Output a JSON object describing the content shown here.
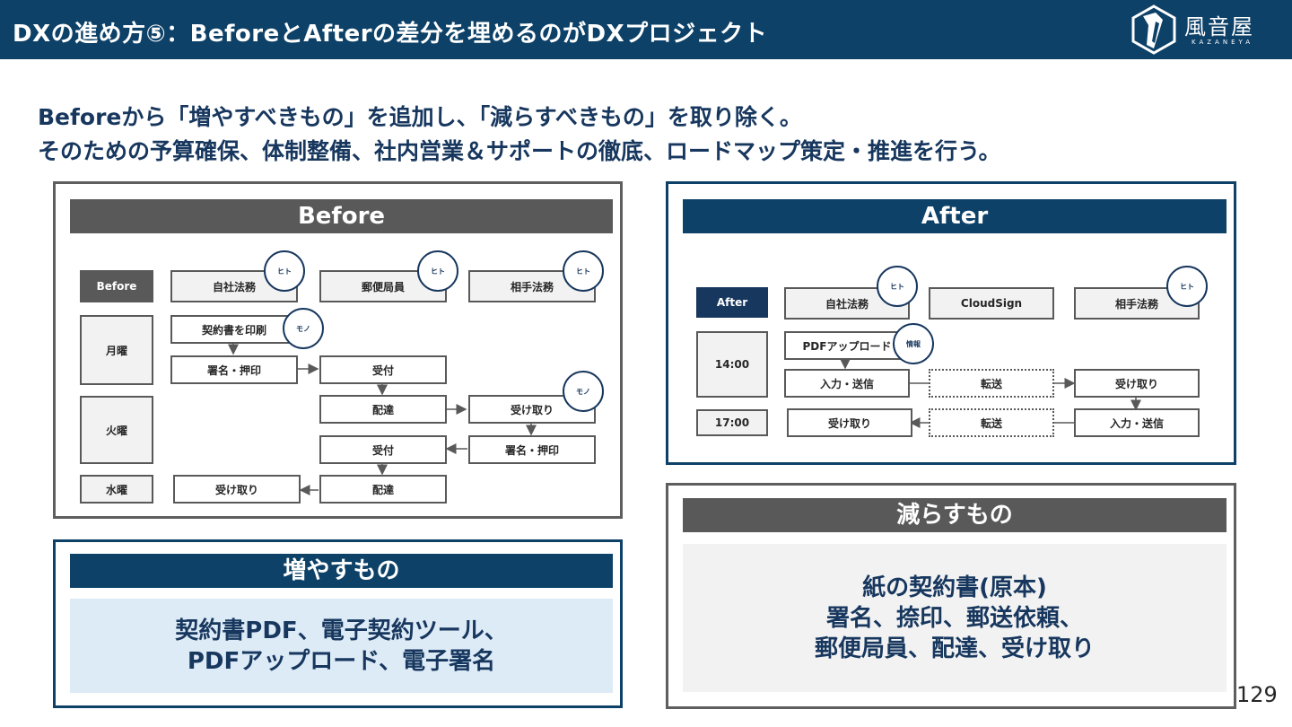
{
  "header": {
    "title": "DXの進め方⑤：BeforeとAfterの差分を埋めるのがDXプロジェクト"
  },
  "logo": {
    "name": "風音屋",
    "subtitle": "KAZANEYA"
  },
  "lead": {
    "line1": "Beforeから「増やすべきもの」を追加し、「減らすべきもの」を取り除く。",
    "line2": "そのための予算確保、体制整備、社内営業＆サポートの徹底、ロードマップ策定・推進を行う。"
  },
  "before": {
    "title": "Before",
    "header_cell": "Before",
    "rows": [
      "月曜",
      "火曜",
      "水曜"
    ],
    "actors": [
      "自社法務",
      "郵便局員",
      "相手法務"
    ],
    "steps": {
      "print": "契約書を印刷",
      "sign1": "署名・押印",
      "receive1": "受付",
      "deliver1": "配達",
      "accept1": "受け取り",
      "sign2": "署名・押印",
      "receive2": "受付",
      "deliver2": "配達",
      "accept2": "受け取り"
    },
    "tags": {
      "human": "ヒト",
      "thing": "モノ"
    }
  },
  "after": {
    "title": "After",
    "header_cell": "After",
    "rows": [
      "14:00",
      "17:00"
    ],
    "actors": [
      "自社法務",
      "CloudSign",
      "相手法務"
    ],
    "steps": {
      "upload": "PDFアップロード",
      "input1": "入力・送信",
      "transfer1": "転送",
      "accept1": "受け取り",
      "accept2": "受け取り",
      "transfer2": "転送",
      "input2": "入力・送信"
    },
    "tags": {
      "human": "ヒト",
      "info": "情報"
    }
  },
  "increase": {
    "title": "増やすもの",
    "lines": [
      "契約書PDF、電子契約ツール、",
      "PDFアップロード、電子署名"
    ]
  },
  "reduce": {
    "title": "減らすもの",
    "lines": [
      "紙の契約書(原本)",
      "署名、捺印、郵送依頼、",
      "郵便局員、配達、受け取り"
    ]
  },
  "page_number": "129",
  "colors": {
    "navy": "#0d4168",
    "gray": "#595959",
    "text": "#17375e",
    "light_blue": "#ddebf7",
    "light_gray": "#f2f2f2"
  }
}
